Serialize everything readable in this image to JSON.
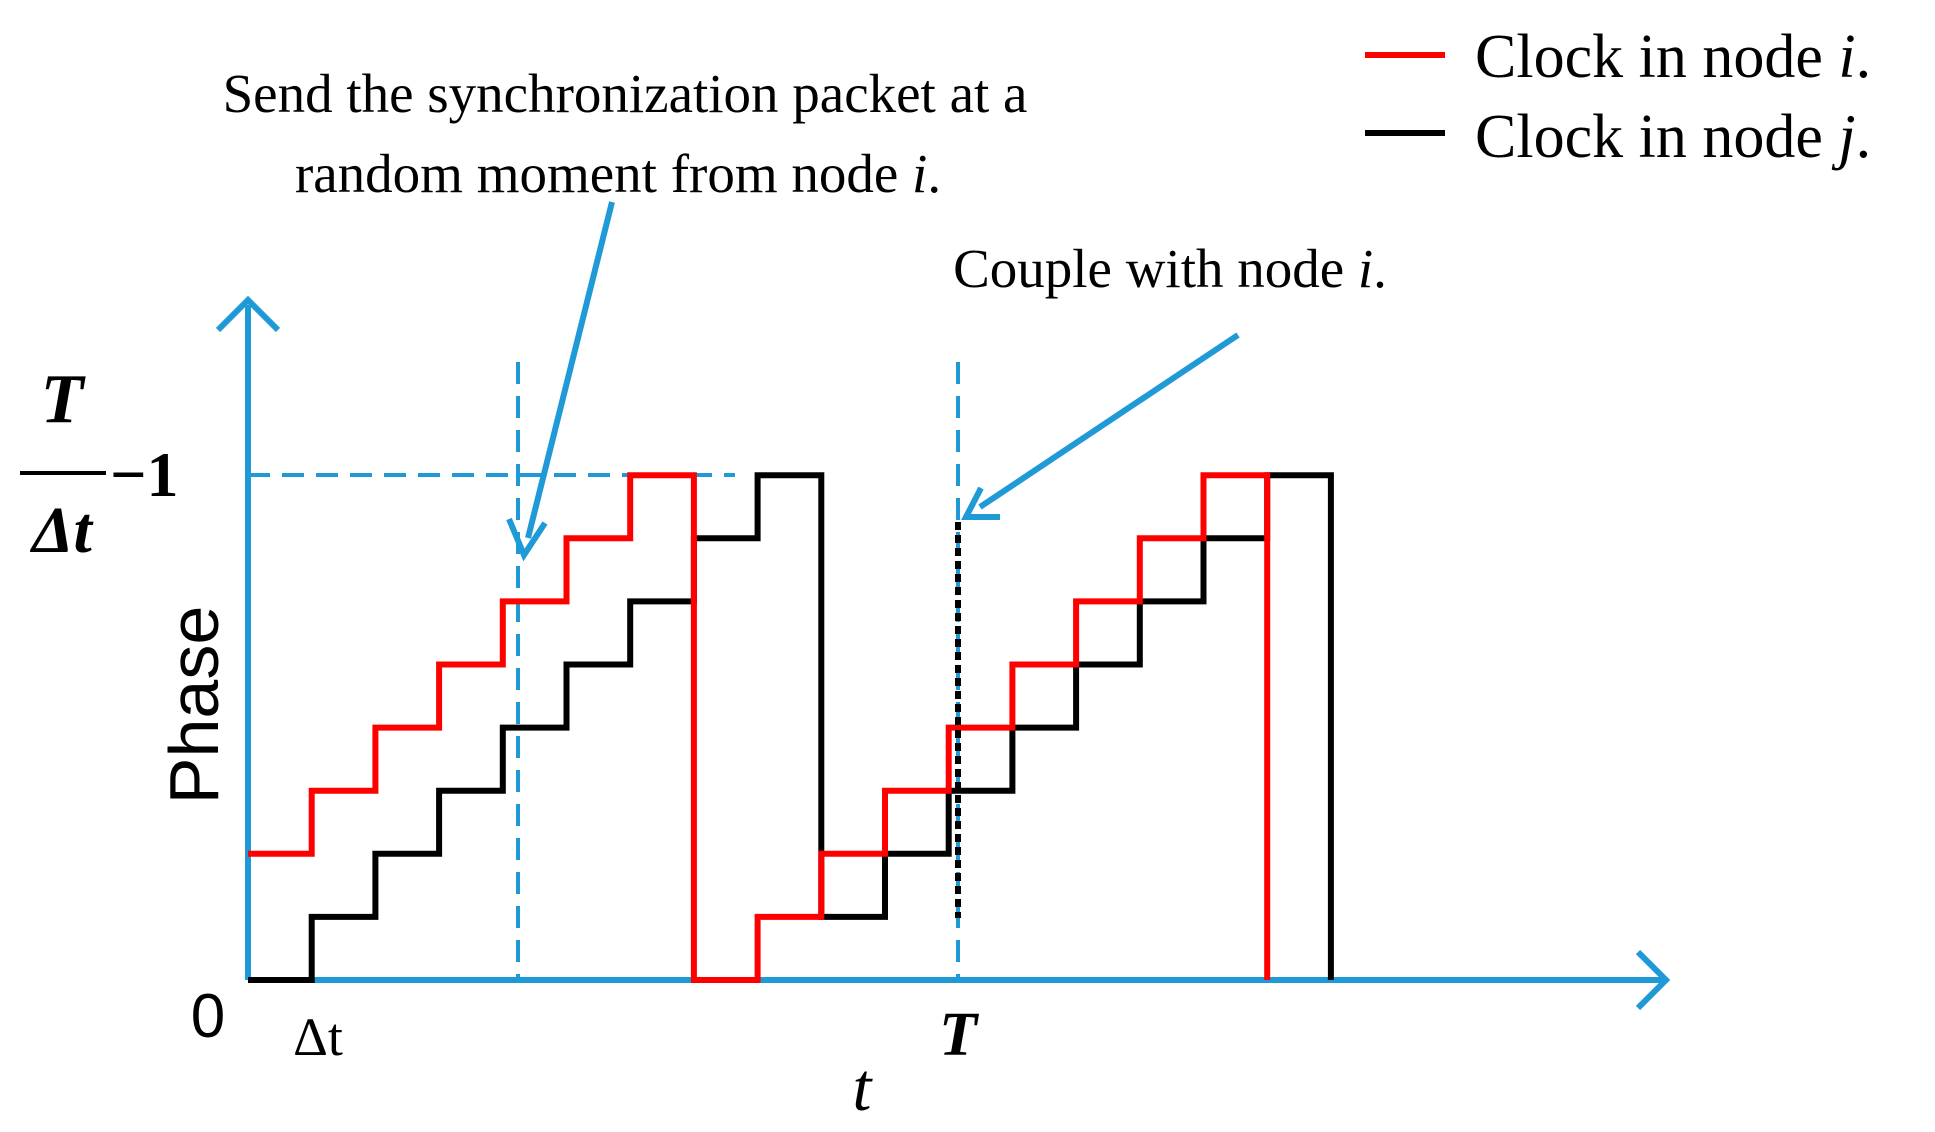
{
  "legend": {
    "items": [
      {
        "label": "Clock in node ",
        "var": "i",
        "suffix": ".",
        "color": "#ff0000"
      },
      {
        "label": "Clock in node ",
        "var": "j",
        "suffix": ".",
        "color": "#000000"
      }
    ]
  },
  "annotations": {
    "send_line1": "Send the synchronization packet at a",
    "send_line2_pre": "random moment from node ",
    "send_line2_var": "i",
    "send_line2_post": ".",
    "couple_pre": "Couple with node ",
    "couple_var": "i",
    "couple_post": "."
  },
  "axes": {
    "y_label": "Phase",
    "x_label": "t",
    "origin_label": "0",
    "x_tick_dt": "Δt",
    "x_tick_T": "T",
    "y_top_num": "T",
    "y_top_den": "Δt",
    "y_top_suffix": "−1"
  },
  "colors": {
    "axis": "#1f9ad6",
    "node_i": "#ff0000",
    "node_j": "#000000"
  },
  "steps": {
    "node_i": [
      [
        0,
        2
      ],
      [
        1,
        2
      ],
      [
        1,
        3
      ],
      [
        2,
        3
      ],
      [
        2,
        4
      ],
      [
        3,
        4
      ],
      [
        3,
        5
      ],
      [
        4,
        5
      ],
      [
        4,
        6
      ],
      [
        5,
        6
      ],
      [
        5,
        7
      ],
      [
        6,
        7
      ],
      [
        6,
        8
      ],
      [
        7,
        8
      ],
      [
        7,
        0
      ],
      [
        8,
        0
      ],
      [
        8,
        1
      ],
      [
        9,
        1
      ],
      [
        9,
        2
      ],
      [
        10,
        2
      ],
      [
        10,
        3
      ],
      [
        11,
        3
      ],
      [
        11,
        4
      ],
      [
        12,
        4
      ],
      [
        12,
        5
      ],
      [
        13,
        5
      ],
      [
        13,
        6
      ],
      [
        14,
        6
      ],
      [
        14,
        7
      ],
      [
        15,
        7
      ],
      [
        15,
        8
      ],
      [
        16,
        8
      ],
      [
        16,
        0
      ]
    ],
    "node_j": [
      [
        0,
        0
      ],
      [
        1,
        0
      ],
      [
        1,
        1
      ],
      [
        2,
        1
      ],
      [
        2,
        2
      ],
      [
        3,
        2
      ],
      [
        3,
        3
      ],
      [
        4,
        3
      ],
      [
        4,
        4
      ],
      [
        5,
        4
      ],
      [
        5,
        5
      ],
      [
        6,
        5
      ],
      [
        6,
        6
      ],
      [
        7,
        6
      ],
      [
        7,
        7
      ],
      [
        8,
        7
      ],
      [
        8,
        8
      ],
      [
        9,
        8
      ],
      [
        9,
        1
      ],
      [
        10,
        1
      ],
      [
        10,
        2
      ],
      [
        11,
        2
      ],
      [
        11,
        3
      ],
      [
        12,
        3
      ],
      [
        12,
        4
      ],
      [
        13,
        4
      ],
      [
        13,
        5
      ],
      [
        14,
        5
      ],
      [
        14,
        6
      ],
      [
        15,
        6
      ],
      [
        15,
        7
      ],
      [
        16,
        7
      ],
      [
        16,
        8
      ],
      [
        17,
        8
      ],
      [
        17,
        0
      ]
    ]
  }
}
